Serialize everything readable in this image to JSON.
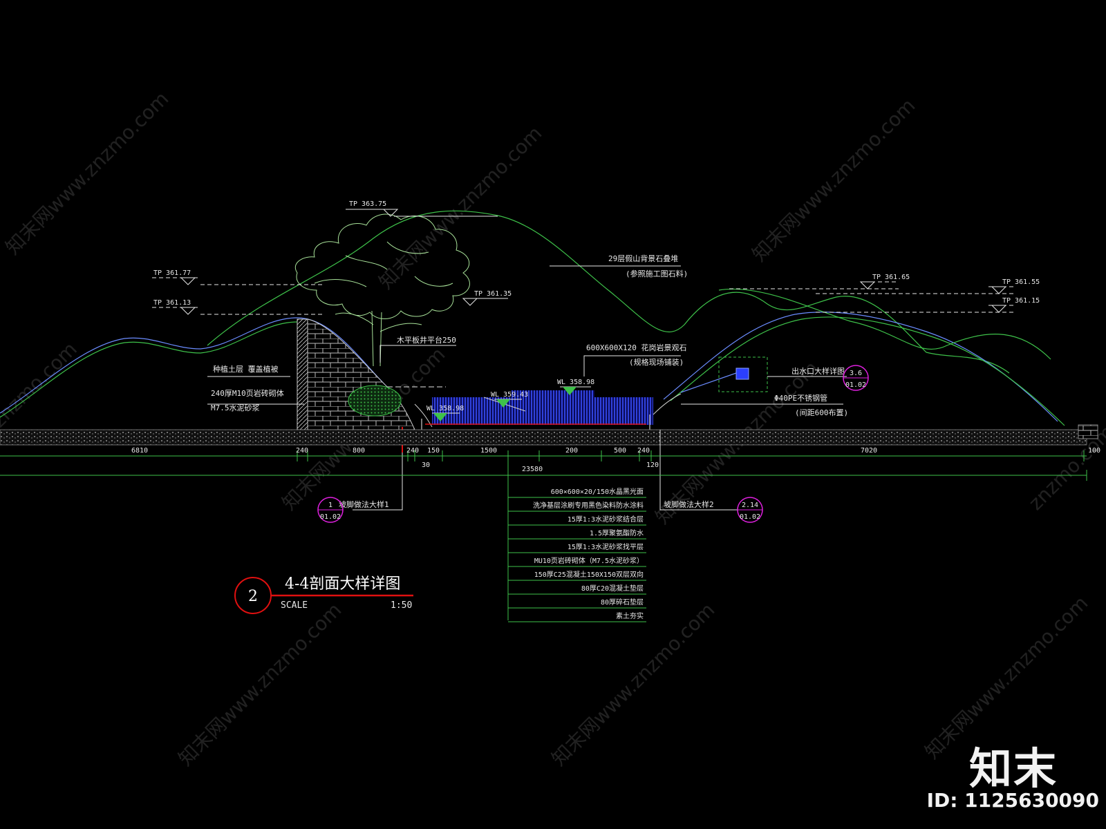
{
  "title": {
    "number": "2",
    "name": "4-4剖面大样详图",
    "scale_label": "SCALE",
    "scale_value": "1:50"
  },
  "level_marks": {
    "tree_top": "TP 363.75",
    "left_hill_1": "TP 361.77",
    "left_hill_2": "TP 361.13",
    "tree_mid": "TP 361.35",
    "right_hill_1": "TP 361.65",
    "right_far_1": "TP 361.55",
    "right_far_2": "TP 361.15",
    "water_1": "WL 358.98",
    "water_2": "WL 359.43",
    "water_3": "WL 358.98"
  },
  "annotations": {
    "backdrop_1": "29层假山背景石叠堆",
    "backdrop_2": "(参照施工图石料)",
    "wood_deck": "木平板井平台250",
    "retain_1": "种植土层  覆盖植被",
    "retain_2": "240厚M10页岩砖砌体",
    "retain_3": "M7.5水泥砂浆",
    "stone_1": "600X600X120 花岗岩景观石",
    "stone_2": "(规格现场铺装)",
    "outlet": "出水口大样详图",
    "pipe_1": "Φ40PE不锈钢管",
    "pipe_2": "(间距600布置)",
    "detail_left": "坡脚做法大样1",
    "detail_right": "坡脚做法大样2"
  },
  "callouts": {
    "outlet_top": "3.6",
    "outlet_bottom": "01.02",
    "left_top": "1",
    "left_bottom": "01.02",
    "right_top": "2.14",
    "right_bottom": "01.02"
  },
  "dimensions": {
    "d1": "6810",
    "d2": "240",
    "d3": "800",
    "d4": "240",
    "d5": "150",
    "d6": "1500",
    "d7": "200",
    "d8": "500",
    "d9": "240",
    "d10": "7020",
    "d11": "100",
    "d12": "30",
    "d13": "23580",
    "d14": "120"
  },
  "layers": [
    "600×600×20/150水晶黑光面",
    "洗净基层涂刷专用黑色染料防水涂料",
    "15厚1:3水泥砂浆结合层",
    "1.5厚聚氨酯防水",
    "15厚1:3水泥砂浆找平层",
    "MU10页岩砖砌体（M7.5水泥砂浆）",
    "150厚C25混凝土150X150双层双向",
    "80厚C20混凝土垫层",
    "80厚碎石垫层",
    "素土夯实"
  ],
  "watermark": {
    "text": "知末网www.znzmo.com",
    "short": "znzmo.com"
  },
  "brand": {
    "logo": "知末",
    "id": "ID: 1125630090"
  },
  "colors": {
    "background": "#000000",
    "green": "#3ec24a",
    "pale_green": "#a9e39a",
    "blue": "#2b3fff",
    "light_blue": "#6b8cff",
    "red": "#e01010",
    "magenta": "#e020e0",
    "white": "#e8e8e8"
  }
}
